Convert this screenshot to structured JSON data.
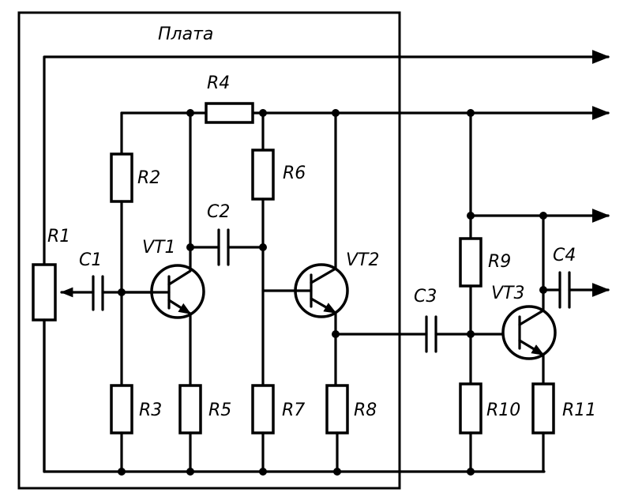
{
  "board": {
    "label": "Плата"
  },
  "resistors": {
    "r1": "R1",
    "r2": "R2",
    "r3": "R3",
    "r4": "R4",
    "r5": "R5",
    "r6": "R6",
    "r7": "R7",
    "r8": "R8",
    "r9": "R9",
    "r10": "R10",
    "r11": "R11"
  },
  "capacitors": {
    "c1": "C1",
    "c2": "C2",
    "c3": "C3",
    "c4": "C4"
  },
  "transistors": {
    "vt1": "VT1",
    "vt2": "VT2",
    "vt3": "VT3"
  }
}
